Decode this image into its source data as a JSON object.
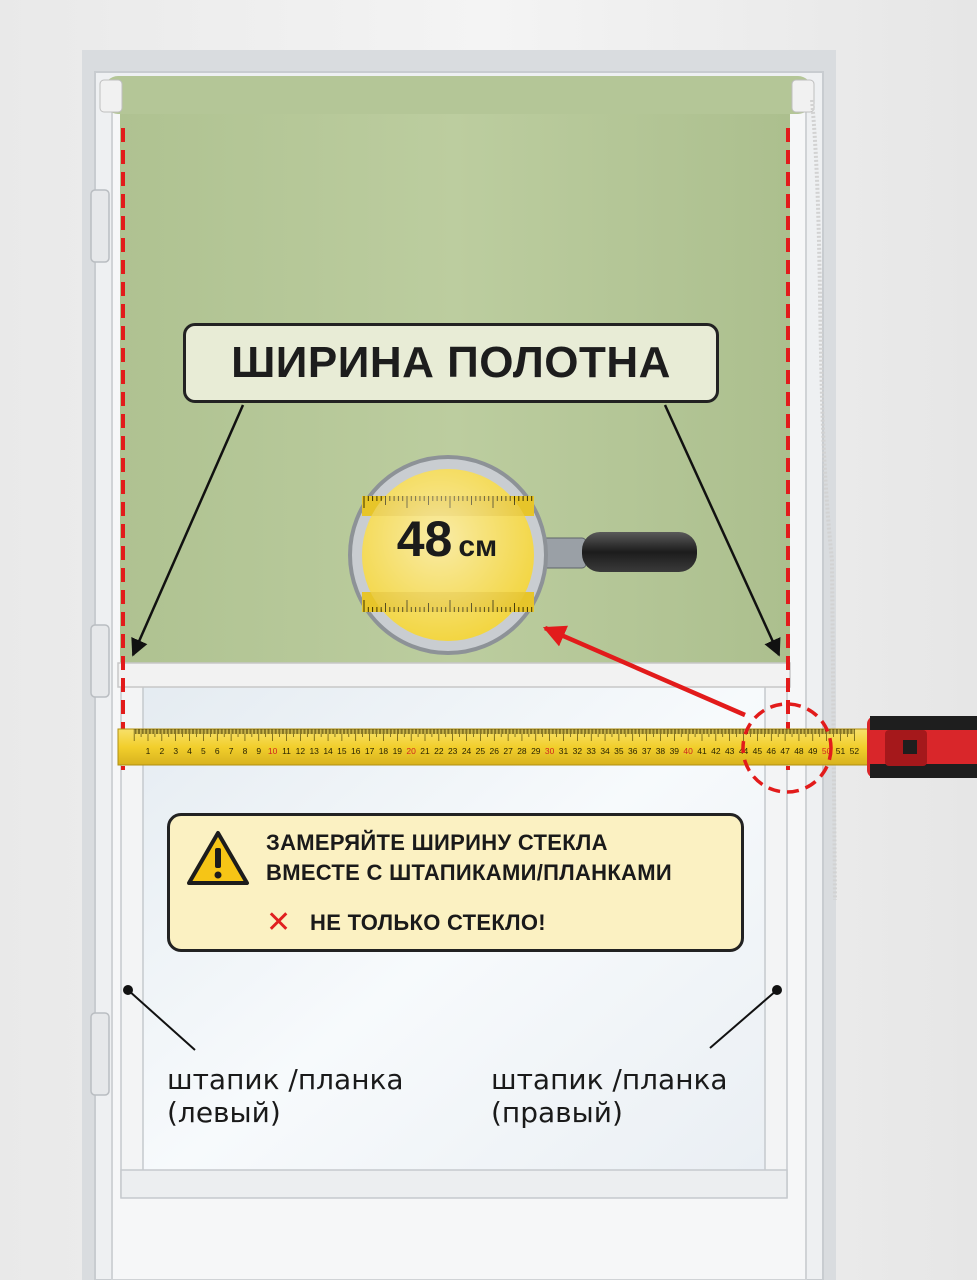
{
  "title": "ШИРИНА ПОЛОТНА",
  "measurement": {
    "value": "48",
    "unit": "см"
  },
  "warning": {
    "line1": "ЗАМЕРЯЙТЕ ШИРИНУ СТЕКЛА",
    "line2": "ВМЕСТЕ С ШТАПИКАМИ/ПЛАНКАМИ",
    "line3": "НЕ ТОЛЬКО СТЕКЛО!",
    "cross_icon": "red-cross-icon",
    "warning_icon": "warning-triangle-icon"
  },
  "labels": {
    "left_bead": {
      "line1": "штапик /планка",
      "line2": "(левый)"
    },
    "right_bead": {
      "line1": "штапик /планка",
      "line2": "(правый)"
    }
  },
  "tape": {
    "ticks": [
      "1",
      "2",
      "3",
      "4",
      "5",
      "6",
      "7",
      "8",
      "9",
      "10",
      "11",
      "12",
      "13",
      "14",
      "15",
      "16",
      "17",
      "18",
      "19",
      "20",
      "21",
      "22",
      "23",
      "24",
      "25",
      "26",
      "27",
      "28",
      "29",
      "30",
      "31",
      "32",
      "33",
      "34",
      "35",
      "36",
      "37",
      "38",
      "39",
      "40",
      "41",
      "42",
      "43",
      "44",
      "45",
      "46",
      "47",
      "48",
      "49",
      "50",
      "51",
      "52"
    ]
  },
  "colors": {
    "blind": "#b7c99a",
    "dashed_line": "#e21b1b",
    "tape": "#f3d23a",
    "warning_bg": "#fbf1c2",
    "tape_case": "#d9262a"
  }
}
